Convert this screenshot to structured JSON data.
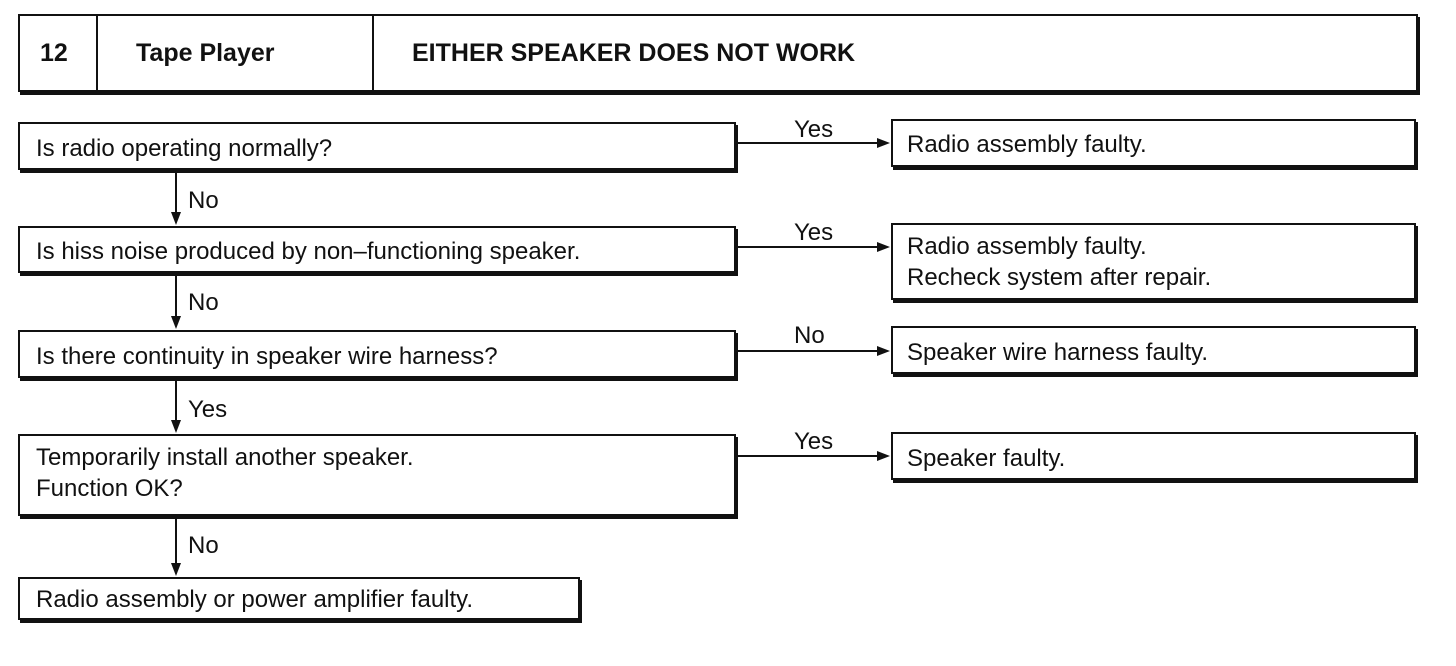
{
  "header": {
    "number": "12",
    "system": "Tape Player",
    "problem": "EITHER SPEAKER DOES NOT WORK"
  },
  "steps": [
    {
      "question": [
        "Is radio operating normally?"
      ],
      "side_label": "Yes",
      "side_result": [
        "Radio assembly faulty."
      ],
      "down_label": "No"
    },
    {
      "question": [
        "Is hiss noise produced by non–functioning speaker."
      ],
      "side_label": "Yes",
      "side_result": [
        "Radio assembly faulty.",
        "Recheck system after repair."
      ],
      "down_label": "No"
    },
    {
      "question": [
        "Is there continuity in speaker wire harness?"
      ],
      "side_label": "No",
      "side_result": [
        "Speaker wire harness faulty."
      ],
      "down_label": "Yes"
    },
    {
      "question": [
        "Temporarily install another speaker.",
        "Function OK?"
      ],
      "side_label": "Yes",
      "side_result": [
        "Speaker faulty."
      ],
      "down_label": "No"
    }
  ],
  "final_result": [
    "Radio assembly or power amplifier faulty."
  ]
}
